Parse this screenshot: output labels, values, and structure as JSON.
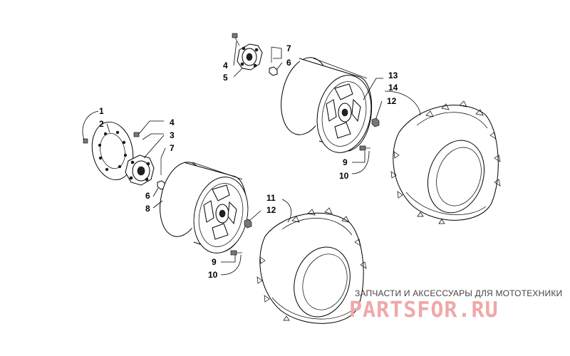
{
  "callouts": {
    "c1": "1",
    "c2": "2",
    "c3": "3",
    "c4a": "4",
    "c4b": "4",
    "c5": "5",
    "c6a": "6",
    "c6b": "6",
    "c7a": "7",
    "c7b": "7",
    "c8": "8",
    "c9a": "9",
    "c9b": "9",
    "c10a": "10",
    "c10b": "10",
    "c11": "11",
    "c12a": "12",
    "c12b": "12",
    "c13": "13",
    "c14": "14"
  },
  "watermark": {
    "caption": "ЗАПЧАСТИ И АКСЕССУАРЫ ДЛЯ МОТОТЕХНИКИ",
    "logo": "PARTSFOR.RU"
  },
  "colors": {
    "line": "#000000",
    "watermark_logo": "#f0a8a8",
    "watermark_text": "#444444"
  }
}
